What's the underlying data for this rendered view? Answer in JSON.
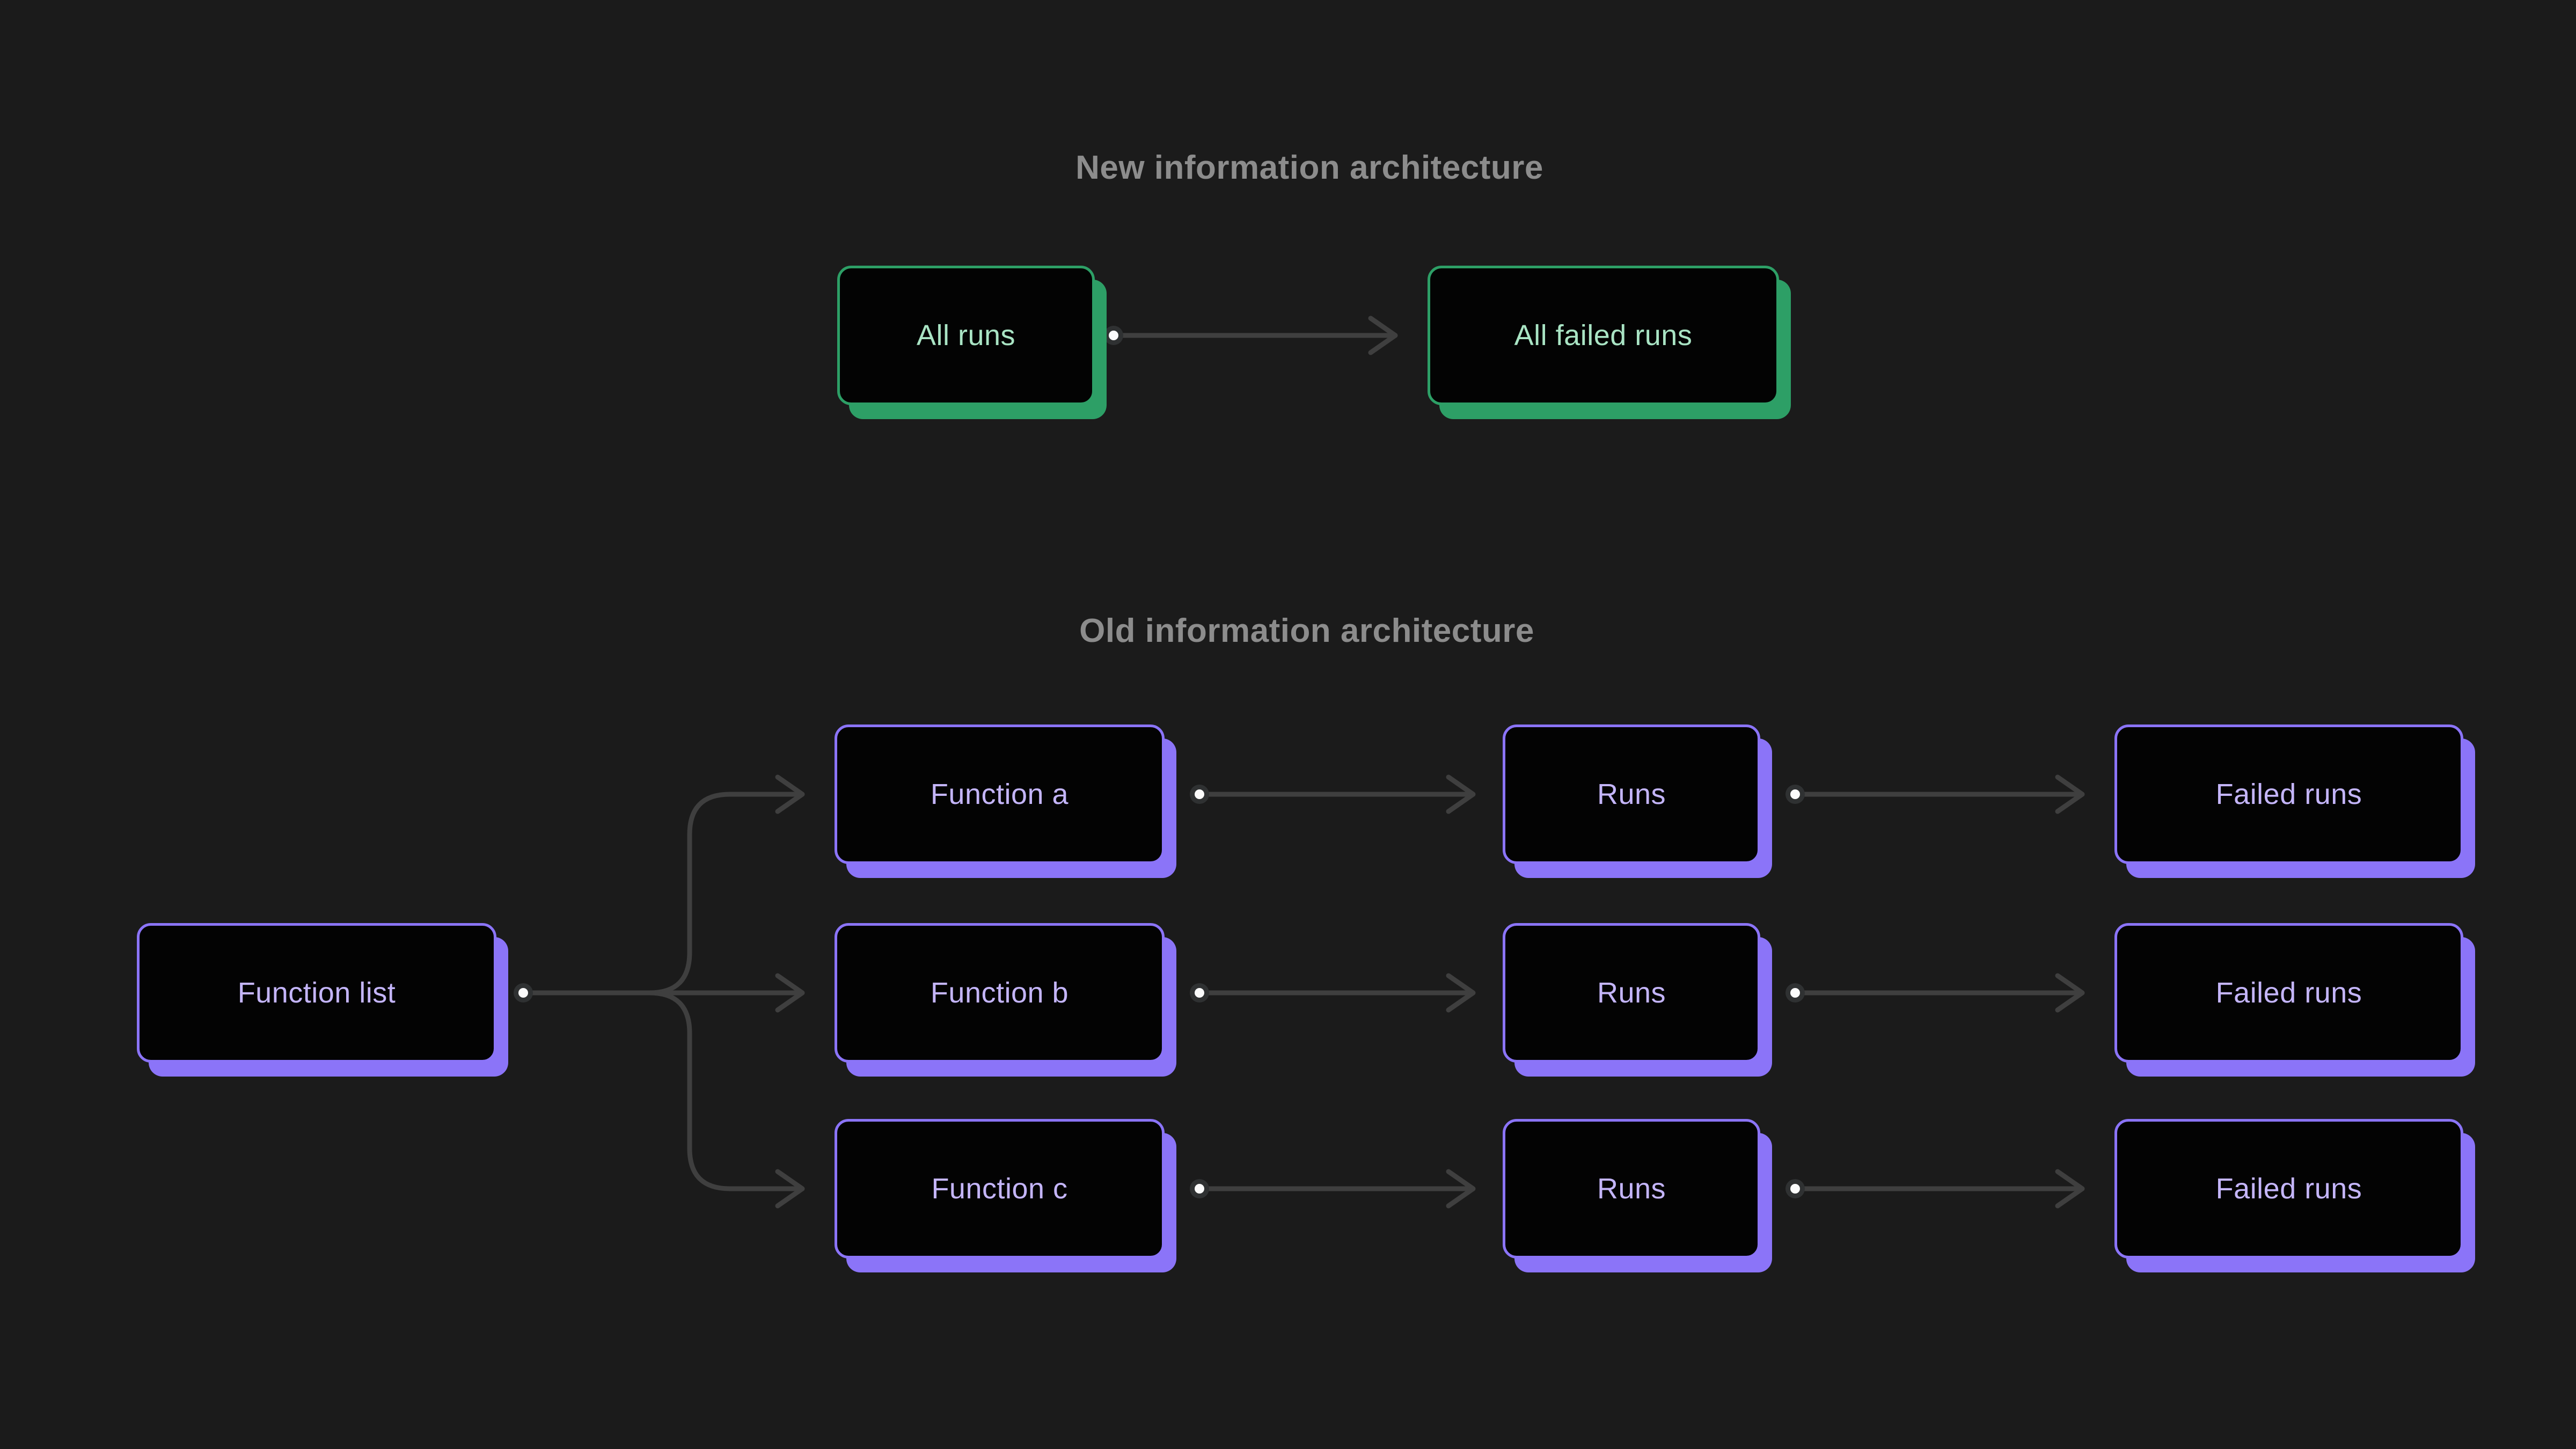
{
  "page": {
    "background_color": "#1b1b1b",
    "line_color": "#3f3f3f",
    "connector_dot_color": "#fbfbfb",
    "title_color": "#8c8c8c"
  },
  "colors": {
    "green_accent": "#2d9f66",
    "green_text": "#a9e4c4",
    "purple_accent": "#8b74f8",
    "purple_text": "#c4b5fa",
    "node_fill": "#030303"
  },
  "icons": {
    "connector_dot": "connector-dot",
    "arrowhead": "arrowhead-right"
  },
  "sections": {
    "new": {
      "title": "New information architecture",
      "nodes": [
        {
          "id": "all-runs",
          "label": "All runs",
          "theme": "green"
        },
        {
          "id": "all-failed-runs",
          "label": "All failed runs",
          "theme": "green"
        }
      ],
      "edges": [
        {
          "from": "all-runs",
          "to": "all-failed-runs"
        }
      ]
    },
    "old": {
      "title": "Old information architecture",
      "nodes": [
        {
          "id": "function-list",
          "label": "Function list",
          "theme": "purple"
        },
        {
          "id": "function-a",
          "label": "Function a",
          "theme": "purple"
        },
        {
          "id": "function-b",
          "label": "Function b",
          "theme": "purple"
        },
        {
          "id": "function-c",
          "label": "Function c",
          "theme": "purple"
        },
        {
          "id": "runs-a",
          "label": "Runs",
          "theme": "purple"
        },
        {
          "id": "runs-b",
          "label": "Runs",
          "theme": "purple"
        },
        {
          "id": "runs-c",
          "label": "Runs",
          "theme": "purple"
        },
        {
          "id": "failed-a",
          "label": "Failed runs",
          "theme": "purple"
        },
        {
          "id": "failed-b",
          "label": "Failed runs",
          "theme": "purple"
        },
        {
          "id": "failed-c",
          "label": "Failed runs",
          "theme": "purple"
        }
      ],
      "edges": [
        {
          "from": "function-list",
          "to": "function-a"
        },
        {
          "from": "function-list",
          "to": "function-b"
        },
        {
          "from": "function-list",
          "to": "function-c"
        },
        {
          "from": "function-a",
          "to": "runs-a"
        },
        {
          "from": "function-b",
          "to": "runs-b"
        },
        {
          "from": "function-c",
          "to": "runs-c"
        },
        {
          "from": "runs-a",
          "to": "failed-a"
        },
        {
          "from": "runs-b",
          "to": "failed-b"
        },
        {
          "from": "runs-c",
          "to": "failed-c"
        }
      ]
    }
  }
}
